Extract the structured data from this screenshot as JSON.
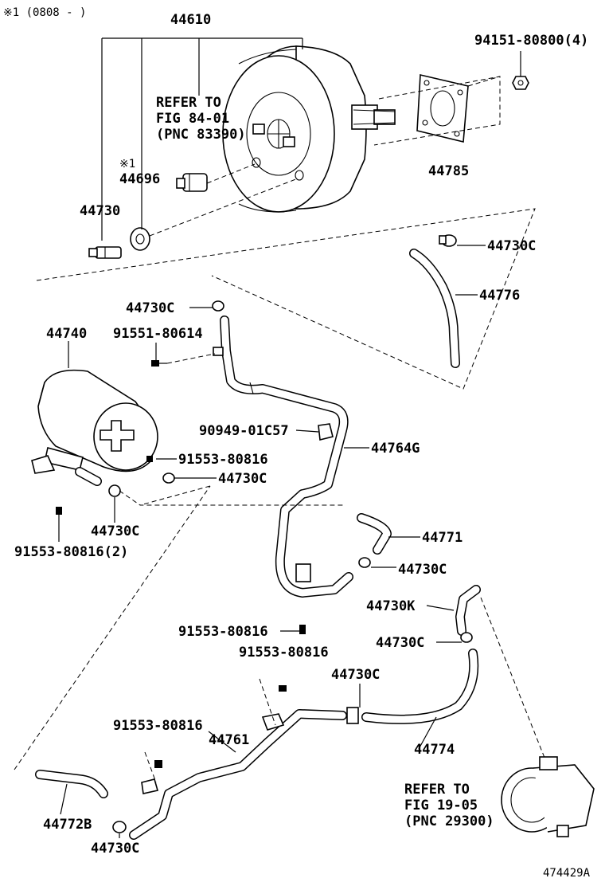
{
  "note": "※1 (0808 -     )",
  "figure_code": "474429A",
  "labels": {
    "p44610": "44610",
    "p94151": "94151-80800(4)",
    "refer1_a": "REFER TO",
    "refer1_b": "FIG 84-01",
    "refer1_c": "(PNC 83390)",
    "mark1": "※1",
    "p44696": "44696",
    "p44730": "44730",
    "p44785": "44785",
    "c1": "44730C",
    "p44776": "44776",
    "c2": "44730C",
    "p44740": "44740",
    "b91551": "91551-80614",
    "p90949": "90949-01C57",
    "p44764g": "44764G",
    "b1": "91553-80816",
    "c3": "44730C",
    "c4": "44730C",
    "b2": "91553-80816(2)",
    "p44771": "44771",
    "c5": "44730C",
    "p44730k": "44730K",
    "b3": "91553-80816",
    "c6": "44730C",
    "b4": "91553-80816",
    "c7": "44730C",
    "b5": "91553-80816",
    "p44761": "44761",
    "p44774": "44774",
    "refer2_a": "REFER TO",
    "refer2_b": "FIG 19-05",
    "refer2_c": "(PNC 29300)",
    "p44772b": "44772B",
    "c8": "44730C"
  }
}
